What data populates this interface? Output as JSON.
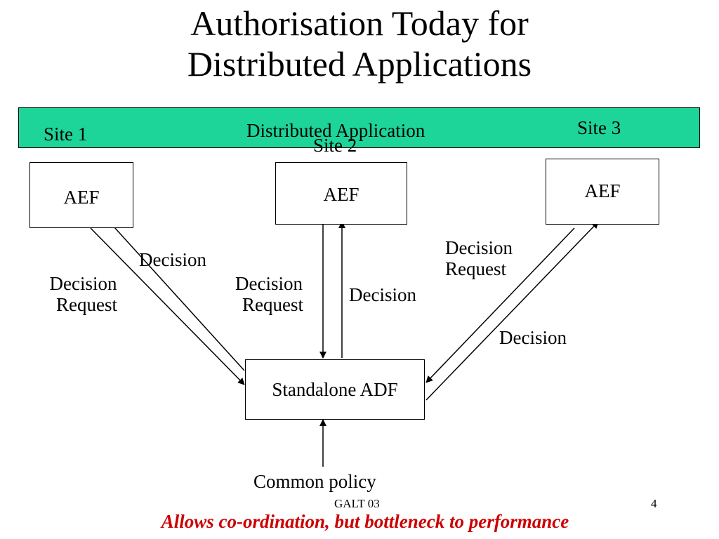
{
  "title_line1": "Authorisation Today for",
  "title_line2": "Distributed Applications",
  "banner": {
    "label": "Distributed Application",
    "color": "#1dd598"
  },
  "sites": [
    "Site 1",
    "Site 2",
    "Site 3"
  ],
  "aef_label": "AEF",
  "adf_label": "Standalone ADF",
  "policy_label": "Common policy",
  "labels": {
    "decision": "Decision",
    "decision_request_line1": "Decision",
    "decision_request_line2": "Request"
  },
  "footer": {
    "left": "GALT 03",
    "page_number": "4"
  },
  "tagline": {
    "text": "Allows co-ordination, but bottleneck to performance",
    "color": "#cc0000"
  }
}
